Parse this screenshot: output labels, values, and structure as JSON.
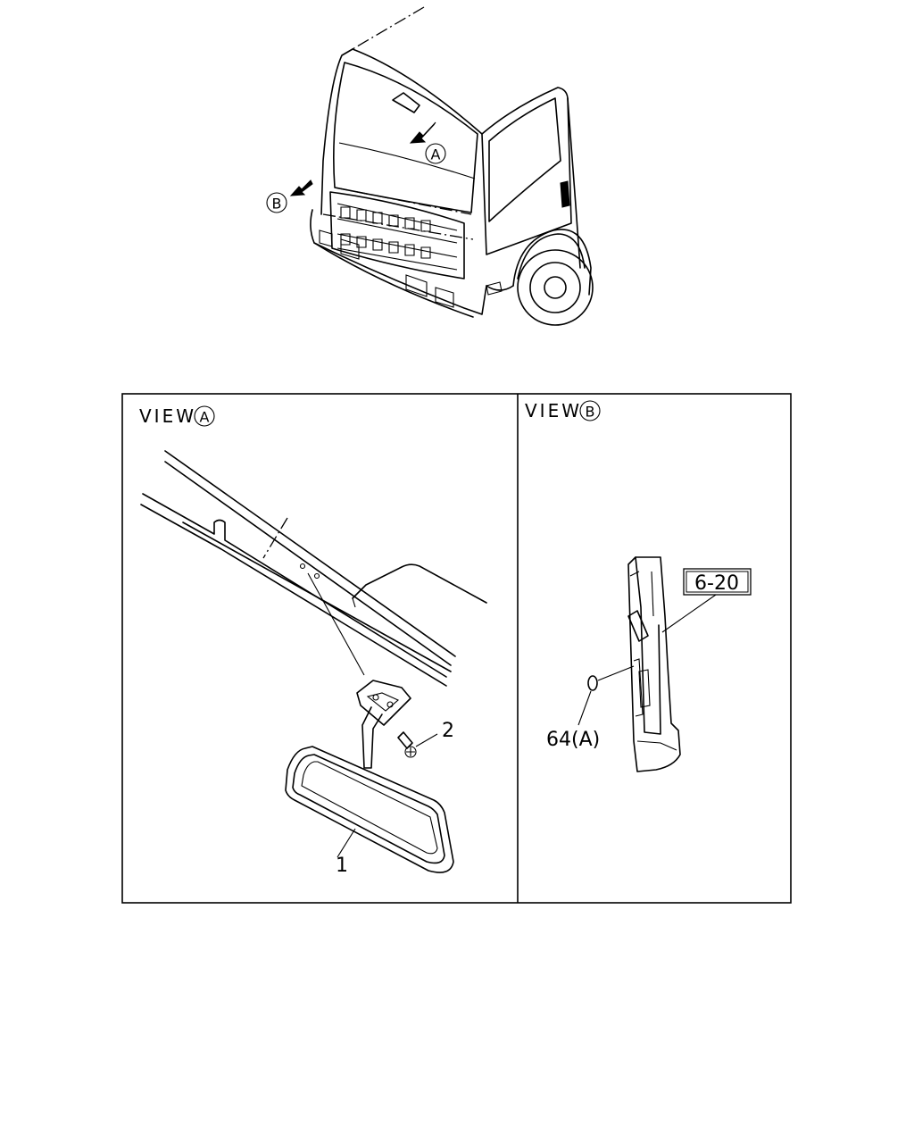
{
  "truck": {
    "callout_a": "A",
    "callout_b": "B"
  },
  "view_a": {
    "label": "VIEW",
    "letter": "A",
    "part_1": "1",
    "part_2": "2"
  },
  "view_b": {
    "label": "VIEW",
    "letter": "B",
    "ref_box": "6-20",
    "part_64": "64(A)"
  }
}
